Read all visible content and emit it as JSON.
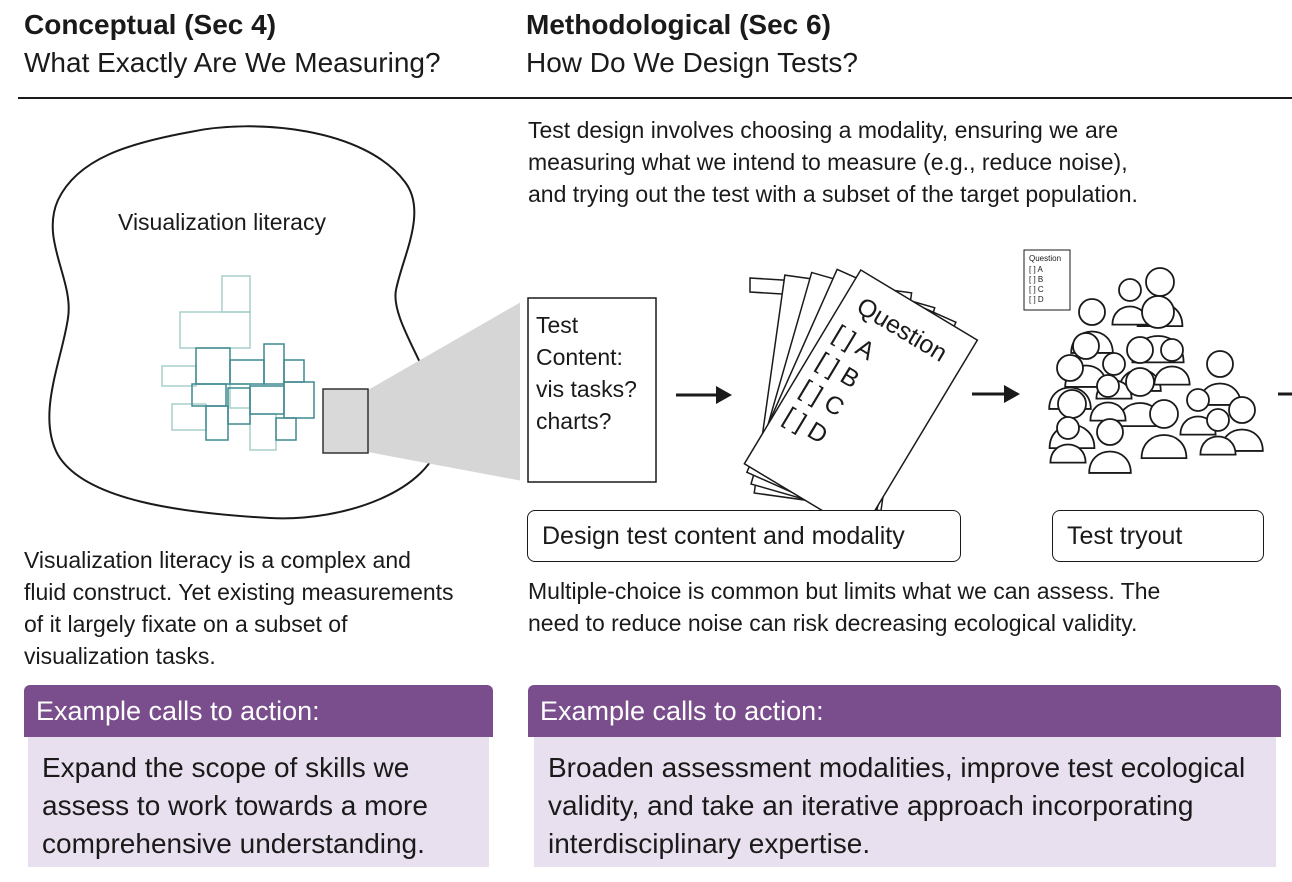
{
  "sections": [
    {
      "title": "Conceptual (Sec 4)",
      "subtitle": "What Exactly Are We Measuring?"
    },
    {
      "title": "Methodological (Sec 6)",
      "subtitle": "How Do We Design Tests?"
    }
  ],
  "conceptual": {
    "blob_label": "Visualization literacy",
    "description": "Visualization literacy is a complex and fluid construct. Yet existing measurements of it largely fixate on a subset of visualization tasks.",
    "cta_heading": "Example calls to action:",
    "cta_text": "Expand the scope of skills we assess to work towards a more comprehensive understanding."
  },
  "methodological": {
    "intro": "Test design involves choosing a modality, ensuring we are measuring what we intend to measure (e.g., reduce noise), and trying out the test with a subset of the target population.",
    "content_card": [
      "Test",
      "Content:",
      "vis tasks?",
      "charts?"
    ],
    "question_card": {
      "title": "Question",
      "options": [
        "[ ] A",
        "[ ] B",
        "[ ] C",
        "[ ] D"
      ]
    },
    "mini_card": {
      "title": "Question",
      "options": [
        "[ ] A",
        "[ ] B",
        "[ ] C",
        "[ ] D"
      ]
    },
    "stage1": "Design test content and modality",
    "stage2": "Test tryout",
    "description": "Multiple-choice is common but limits what we can assess. The need to reduce noise can risk decreasing ecological validity.",
    "cta_heading": "Example calls to action:",
    "cta_text": "Broaden assessment modalities, improve test ecological validity, and take an iterative approach incorporating interdisciplinary expertise."
  },
  "colors": {
    "cta_header": "#7a4e8c",
    "cta_body": "#e8e0ee",
    "teal_dark": "#3f8a8f",
    "teal_light": "#9cc6c5",
    "zoom_fill": "#d9d9d9",
    "ink": "#1a1a1a"
  }
}
